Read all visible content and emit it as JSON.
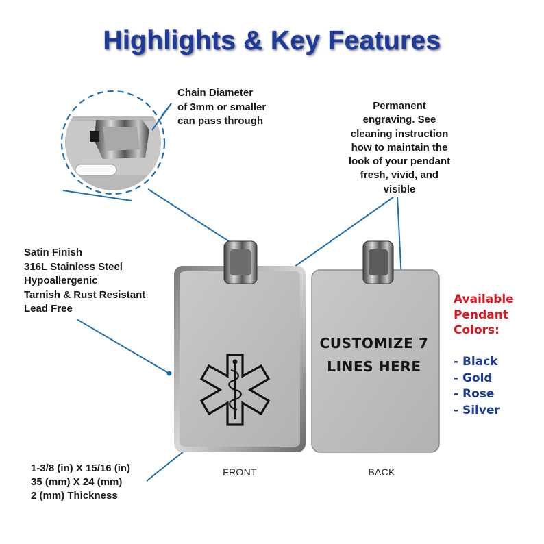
{
  "title": "Highlights & Key Features",
  "callouts": {
    "chain": [
      "Chain Diameter",
      "of 3mm or smaller",
      "can pass through"
    ],
    "engraving": [
      "Permanent",
      "engraving. See",
      "cleaning instruction",
      "how to maintain the",
      "look of your pendant",
      "fresh, vivid, and",
      "visible"
    ],
    "finish": [
      "Satin Finish",
      "316L Stainless Steel",
      "Hypoallergenic",
      "Tarnish & Rust Resistant",
      "Lead Free"
    ],
    "size": [
      "1-3/8 (in) X 15/16 (in)",
      "35 (mm) X 24 (mm)",
      "2 (mm) Thickness"
    ]
  },
  "pendants": {
    "front_label": "FRONT",
    "back_label": "BACK",
    "back_engraving": [
      "CUSTOMIZE 7",
      "LINES HERE"
    ],
    "front_symbol": "medical-star-of-life-icon"
  },
  "colors": {
    "heading": [
      "Available",
      "Pendant",
      "Colors:"
    ],
    "options": [
      "- Black",
      "- Gold",
      "- Rose",
      "- Silver"
    ],
    "heading_color": "#e0141c",
    "options_color": "#1d3c96"
  },
  "accent_line_color": "#1f6fb3"
}
